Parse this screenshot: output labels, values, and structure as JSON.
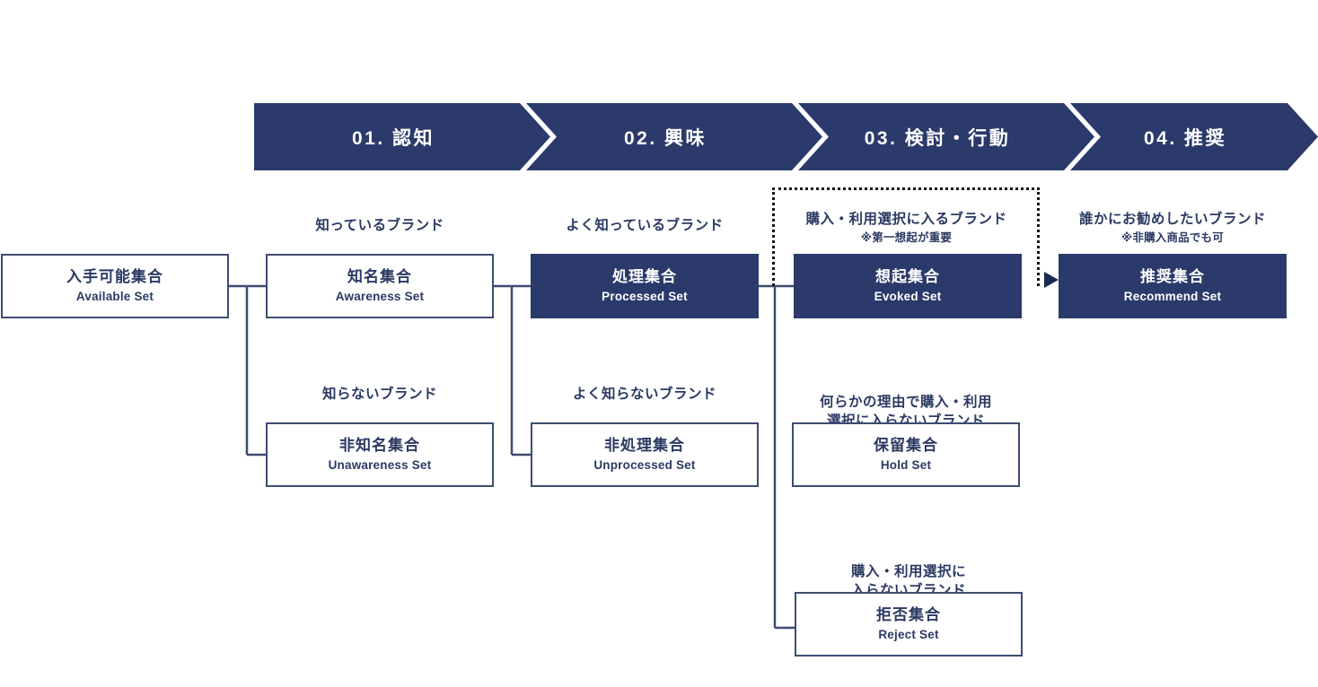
{
  "colors": {
    "navy": "#2b3a6b",
    "text_navy": "#2b3a63",
    "border": "#3e4c73",
    "white": "#ffffff",
    "dotted": "#141414"
  },
  "stages": [
    {
      "label": "01. 認知"
    },
    {
      "label": "02. 興味"
    },
    {
      "label": "03. 検討・行動"
    },
    {
      "label": "04. 推奨"
    }
  ],
  "captions": {
    "awareness": {
      "main": "知っているブランド",
      "sub": ""
    },
    "unawareness": {
      "main": "知らないブランド",
      "sub": ""
    },
    "processed": {
      "main": "よく知っているブランド",
      "sub": ""
    },
    "unprocessed": {
      "main": "よく知らないブランド",
      "sub": ""
    },
    "evoked": {
      "main": "購入・利用選択に入るブランド",
      "sub": "※第一想起が重要"
    },
    "hold": {
      "main": "何らかの理由で購入・利用\n選択に入らないブランド",
      "sub": ""
    },
    "reject": {
      "main": "購入・利用選択に\n入らないブランド",
      "sub": ""
    },
    "recommend": {
      "main": "誰かにお勧めしたいブランド",
      "sub": "※非購入商品でも可"
    }
  },
  "boxes": {
    "available": {
      "jp": "入手可能集合",
      "en": "Available Set",
      "filled": false
    },
    "awareness": {
      "jp": "知名集合",
      "en": "Awareness Set",
      "filled": false
    },
    "unawareness": {
      "jp": "非知名集合",
      "en": "Unawareness Set",
      "filled": false
    },
    "processed": {
      "jp": "処理集合",
      "en": "Processed Set",
      "filled": true
    },
    "unprocessed": {
      "jp": "非処理集合",
      "en": "Unprocessed Set",
      "filled": false
    },
    "evoked": {
      "jp": "想起集合",
      "en": "Evoked Set",
      "filled": true
    },
    "hold": {
      "jp": "保留集合",
      "en": "Hold Set",
      "filled": false
    },
    "reject": {
      "jp": "拒否集合",
      "en": "Reject Set",
      "filled": false
    },
    "recommend": {
      "jp": "推奨集合",
      "en": "Recommend Set",
      "filled": true
    }
  },
  "icons": {
    "flow_arrow": "arrow-right-icon"
  }
}
